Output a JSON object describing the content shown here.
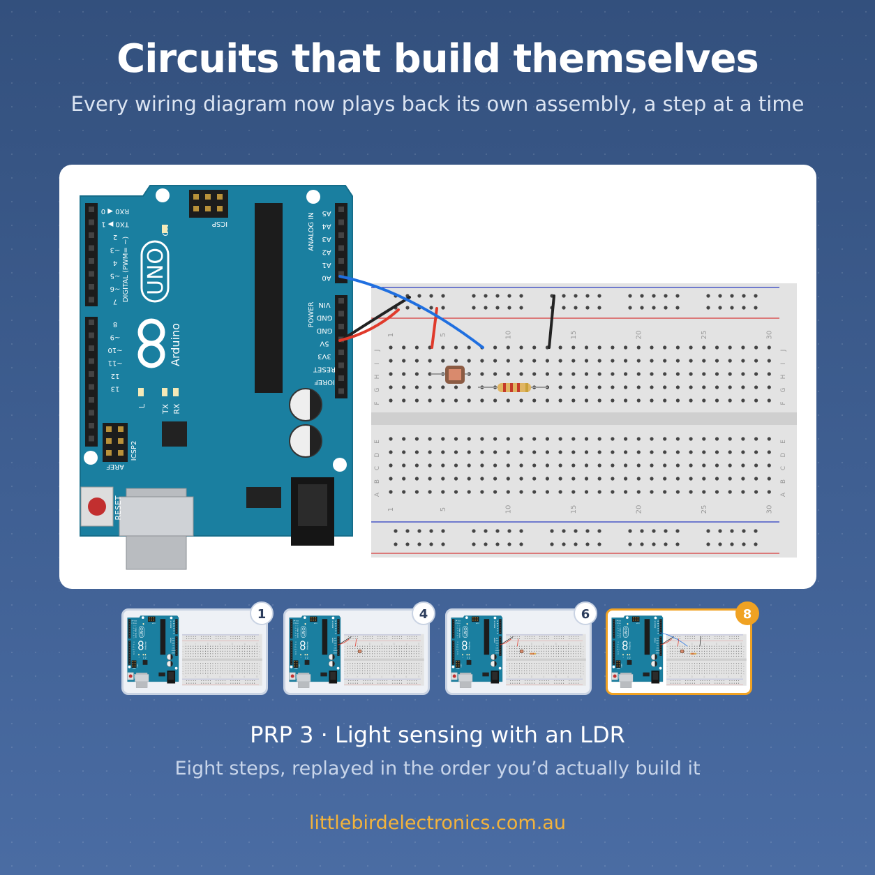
{
  "header": {
    "title": "Circuits that build themselves",
    "subtitle": "Every wiring diagram now plays back its own assembly, a step at a time"
  },
  "board_labels": {
    "brand": "Arduino",
    "model": "UNO",
    "digital": "DIGITAL (PWM= ~)",
    "analog": "ANALOG IN",
    "power": "POWER",
    "icsp": "ICSP",
    "icsp2": "ICSP2",
    "reset": "RESET",
    "on": "ON",
    "l": "L",
    "tx": "TX",
    "rx": "RX",
    "aref": "AREF",
    "gnd": "GND",
    "digital_pins": [
      "RX0 ◀ 0",
      "TX0 ▶ 1",
      "2",
      "~3",
      "4",
      "~5",
      "~6",
      "7",
      "8",
      "~9",
      "~10",
      "~11",
      "12",
      "13"
    ],
    "analog_pins": [
      "A5",
      "A4",
      "A3",
      "A2",
      "A1",
      "A0"
    ],
    "power_pins": [
      "VIN",
      "GND",
      "GND",
      "5V",
      "3V3",
      "RESET",
      "IOREF"
    ]
  },
  "breadboard_labels": {
    "columns": [
      "1",
      "5",
      "10",
      "15",
      "20",
      "25",
      "30"
    ],
    "rows_top": [
      "J",
      "I",
      "H",
      "G",
      "F"
    ],
    "rows_bottom": [
      "E",
      "D",
      "C",
      "B",
      "A"
    ]
  },
  "steps": [
    {
      "number": "1",
      "active": false
    },
    {
      "number": "4",
      "active": false
    },
    {
      "number": "6",
      "active": false
    },
    {
      "number": "8",
      "active": true
    }
  ],
  "project": {
    "title": "PRP 3 · Light sensing with an LDR",
    "description": "Eight steps, replayed in the order you’d actually build it"
  },
  "footer": {
    "url": "littlebirdelectronics.com.au"
  },
  "colors": {
    "accent": "#f0a223",
    "board": "#1a7fa0",
    "wire_blue": "#1f6fe0",
    "wire_red": "#e03a2b",
    "wire_black": "#222222"
  }
}
